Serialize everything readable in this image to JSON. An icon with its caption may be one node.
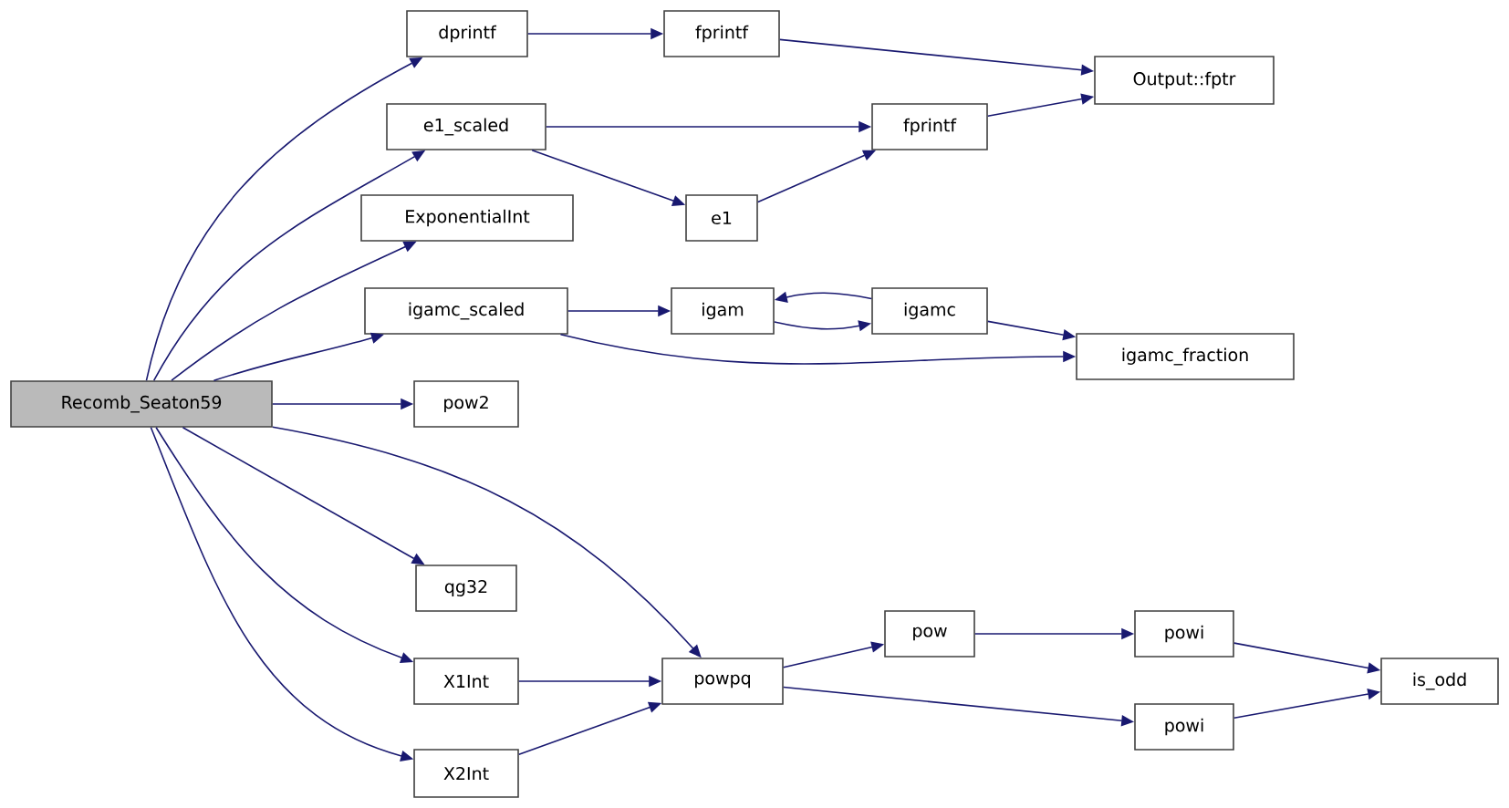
{
  "diagram": {
    "nodes": [
      {
        "text": [
          "Recomb_Seaton59"
        ]
      },
      {
        "text": [
          "dprintf"
        ]
      },
      {
        "text": [
          "fprintf"
        ]
      },
      {
        "text": [
          "Output::fptr"
        ]
      },
      {
        "text": [
          "e1_scaled"
        ]
      },
      {
        "text": [
          "fprintf"
        ]
      },
      {
        "text": [
          "e1"
        ]
      },
      {
        "text": [
          "ExponentialInt"
        ]
      },
      {
        "text": [
          "igamc_scaled"
        ]
      },
      {
        "text": [
          "igam"
        ]
      },
      {
        "text": [
          "igamc"
        ]
      },
      {
        "text": [
          "igamc_fraction"
        ]
      },
      {
        "text": [
          "pow2"
        ]
      },
      {
        "text": [
          "qg32"
        ]
      },
      {
        "text": [
          "X1Int"
        ]
      },
      {
        "text": [
          "X2Int"
        ]
      },
      {
        "text": [
          "powpq"
        ]
      },
      {
        "text": [
          "pow"
        ]
      },
      {
        "text": [
          "powi"
        ]
      },
      {
        "text": [
          "powi"
        ]
      },
      {
        "text": [
          "is_odd"
        ]
      }
    ],
    "edges": [
      {
        "from": 0,
        "to": 1,
        "arrow": "to"
      },
      {
        "from": 0,
        "to": 4,
        "arrow": "to"
      },
      {
        "from": 0,
        "to": 7,
        "arrow": "to"
      },
      {
        "from": 0,
        "to": 8,
        "arrow": "to"
      },
      {
        "from": 0,
        "to": 12,
        "arrow": "to"
      },
      {
        "from": 0,
        "to": 16,
        "arrow": "to"
      },
      {
        "from": 0,
        "to": 13,
        "arrow": "to"
      },
      {
        "from": 0,
        "to": 14,
        "arrow": "to"
      },
      {
        "from": 0,
        "to": 15,
        "arrow": "to"
      },
      {
        "from": 1,
        "to": 2,
        "arrow": "to"
      },
      {
        "from": 2,
        "to": 3,
        "arrow": "to"
      },
      {
        "from": 4,
        "to": 5,
        "arrow": "to"
      },
      {
        "from": 4,
        "to": 6,
        "arrow": "to"
      },
      {
        "from": 6,
        "to": 5,
        "arrow": "to"
      },
      {
        "from": 5,
        "to": 3,
        "arrow": "to"
      },
      {
        "from": 8,
        "to": 9,
        "arrow": "to"
      },
      {
        "from": 8,
        "to": 11,
        "arrow": "to"
      },
      {
        "from": 9,
        "to": 10,
        "arrow": "to"
      },
      {
        "from": 10,
        "to": 9,
        "arrow": "to"
      },
      {
        "from": 10,
        "to": 11,
        "arrow": "to"
      },
      {
        "from": 14,
        "to": 16,
        "arrow": "to"
      },
      {
        "from": 15,
        "to": 16,
        "arrow": "to"
      },
      {
        "from": 16,
        "to": 17,
        "arrow": "to"
      },
      {
        "from": 16,
        "to": 19,
        "arrow": "to"
      },
      {
        "from": 17,
        "to": 18,
        "arrow": "to"
      },
      {
        "from": 18,
        "to": 20,
        "arrow": "to"
      },
      {
        "from": 19,
        "to": 20,
        "arrow": "to"
      }
    ]
  }
}
